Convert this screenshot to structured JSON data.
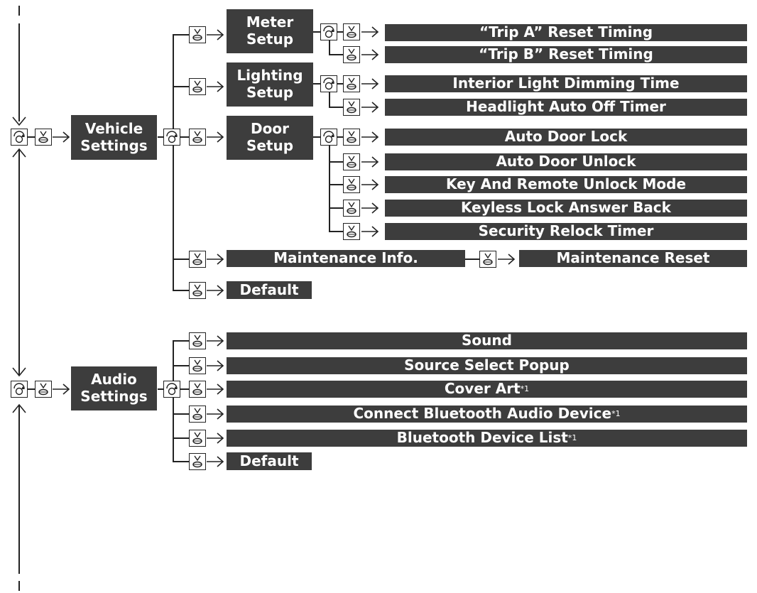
{
  "vehicle": {
    "label": "Vehicle\nSettings",
    "meter_setup": "Meter\nSetup",
    "trip_a": "“Trip A” Reset Timing",
    "trip_b": "“Trip B” Reset Timing",
    "lighting_setup": "Lighting\nSetup",
    "interior_dimming": "Interior Light Dimming Time",
    "headlight_timer": "Headlight Auto Off Timer",
    "door_setup": "Door\nSetup",
    "auto_lock": "Auto Door Lock",
    "auto_unlock": "Auto Door Unlock",
    "key_remote": "Key And Remote Unlock Mode",
    "keyless_answer": "Keyless Lock Answer Back",
    "security_relock": "Security Relock Timer",
    "maintenance_info": "Maintenance Info.",
    "maintenance_reset": "Maintenance Reset",
    "default": "Default"
  },
  "audio": {
    "label": "Audio\nSettings",
    "sound": "Sound",
    "source_popup": "Source Select Popup",
    "cover_art": "Cover Art",
    "connect_bt": "Connect Bluetooth Audio Device",
    "bt_list": "Bluetooth Device List",
    "footnote_mark": "*1",
    "default": "Default"
  },
  "icons": {
    "rotate": "interface-dial-rotate-icon",
    "press": "interface-dial-press-icon"
  }
}
